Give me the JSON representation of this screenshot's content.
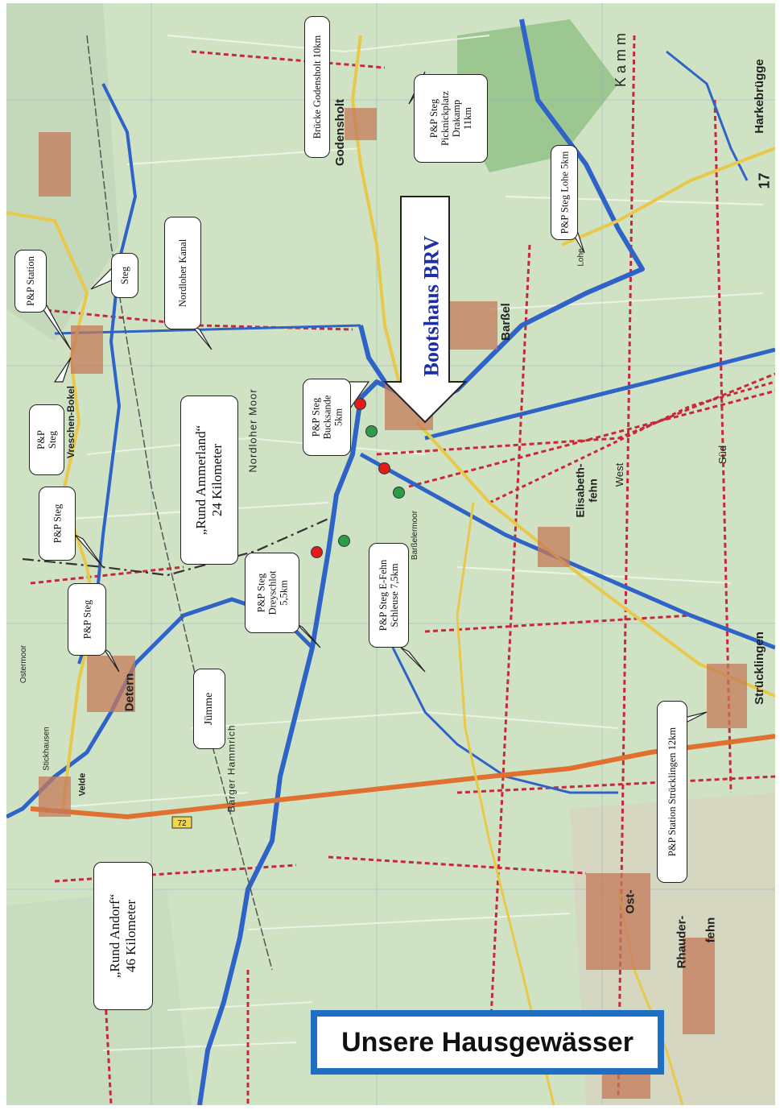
{
  "map": {
    "title": "Unsere Hausgewässer",
    "boathouse_label": "Bootshaus BRV",
    "colors": {
      "background": "#cfe3c4",
      "water": "#2f63c8",
      "canal_route": "#c8283c",
      "main_road": "#e07030",
      "secondary_road": "#e8c84a",
      "forest": "#8fbf84",
      "title_frame": "#1e6fc2",
      "boathouse_text": "#1d2fa8",
      "marker_red": "#e21b1b",
      "marker_green": "#2f9a4a"
    },
    "callouts": [
      {
        "id": "station-hengstforde",
        "text": "P&P Station"
      },
      {
        "id": "steg-north",
        "text": "Steg"
      },
      {
        "id": "nordloher-kanal",
        "text": "Nordloher Kanal"
      },
      {
        "id": "steg-vreschen-bokel",
        "text": "P&P\nSteg"
      },
      {
        "id": "steg-moor",
        "text": "P&P Steg"
      },
      {
        "id": "steg-detern",
        "text": "P&P Steg"
      },
      {
        "id": "rund-ammerland",
        "text": "„Rund Ammerland“\n24 Kilometer"
      },
      {
        "id": "jumme",
        "text": "Jümme"
      },
      {
        "id": "rund-andorf",
        "text": "„Rund Andorf“\n46 Kilometer"
      },
      {
        "id": "bruecke-godensholt",
        "text": "Brücke Godensholt 10km"
      },
      {
        "id": "steg-drakamp",
        "text": "P&P Steg\nPicknickplatz\nDrakamp\n11km"
      },
      {
        "id": "steg-lohe",
        "text": "P&P Steg Lohe 5km"
      },
      {
        "id": "steg-bucksande",
        "text": "P&P Steg\nBucksande\n5km"
      },
      {
        "id": "steg-dreyschlot",
        "text": "P&P Steg\nDreyschlot\n5,5km"
      },
      {
        "id": "steg-efehn",
        "text": "P&P Steg E-Fehn\nSchleuse 7,5km"
      },
      {
        "id": "station-strucklingen",
        "text": "P&P Station Strücklingen 12km"
      }
    ],
    "places": {
      "barssel": "Barßel",
      "godensholt": "Godensholt",
      "detern": "Detern",
      "struecklingen": "Strücklingen",
      "harkebruegge": "Harkebrügge",
      "kamm": "K a m m",
      "ost": "Ost-",
      "rhauder": "Rhauder-",
      "fehn": "fehn",
      "vreschen_bokel": "Vreschen-Bokel",
      "elisabethfehn": "Elisabeth-\nfehn",
      "west": "West",
      "sued": "Süd",
      "nordloher_moor": "Nordloher Moor",
      "barger_hammrich": "Barger Hammrich",
      "lohe": "Lohe",
      "stickhausen": "Stickhausen",
      "velde": "Velde",
      "ostermoor": "Ostermoor",
      "barbelermoor": "Barßelermoor"
    },
    "road_number": "72",
    "map_sheet_number": "17",
    "markers_red": 3,
    "markers_green": 3
  }
}
